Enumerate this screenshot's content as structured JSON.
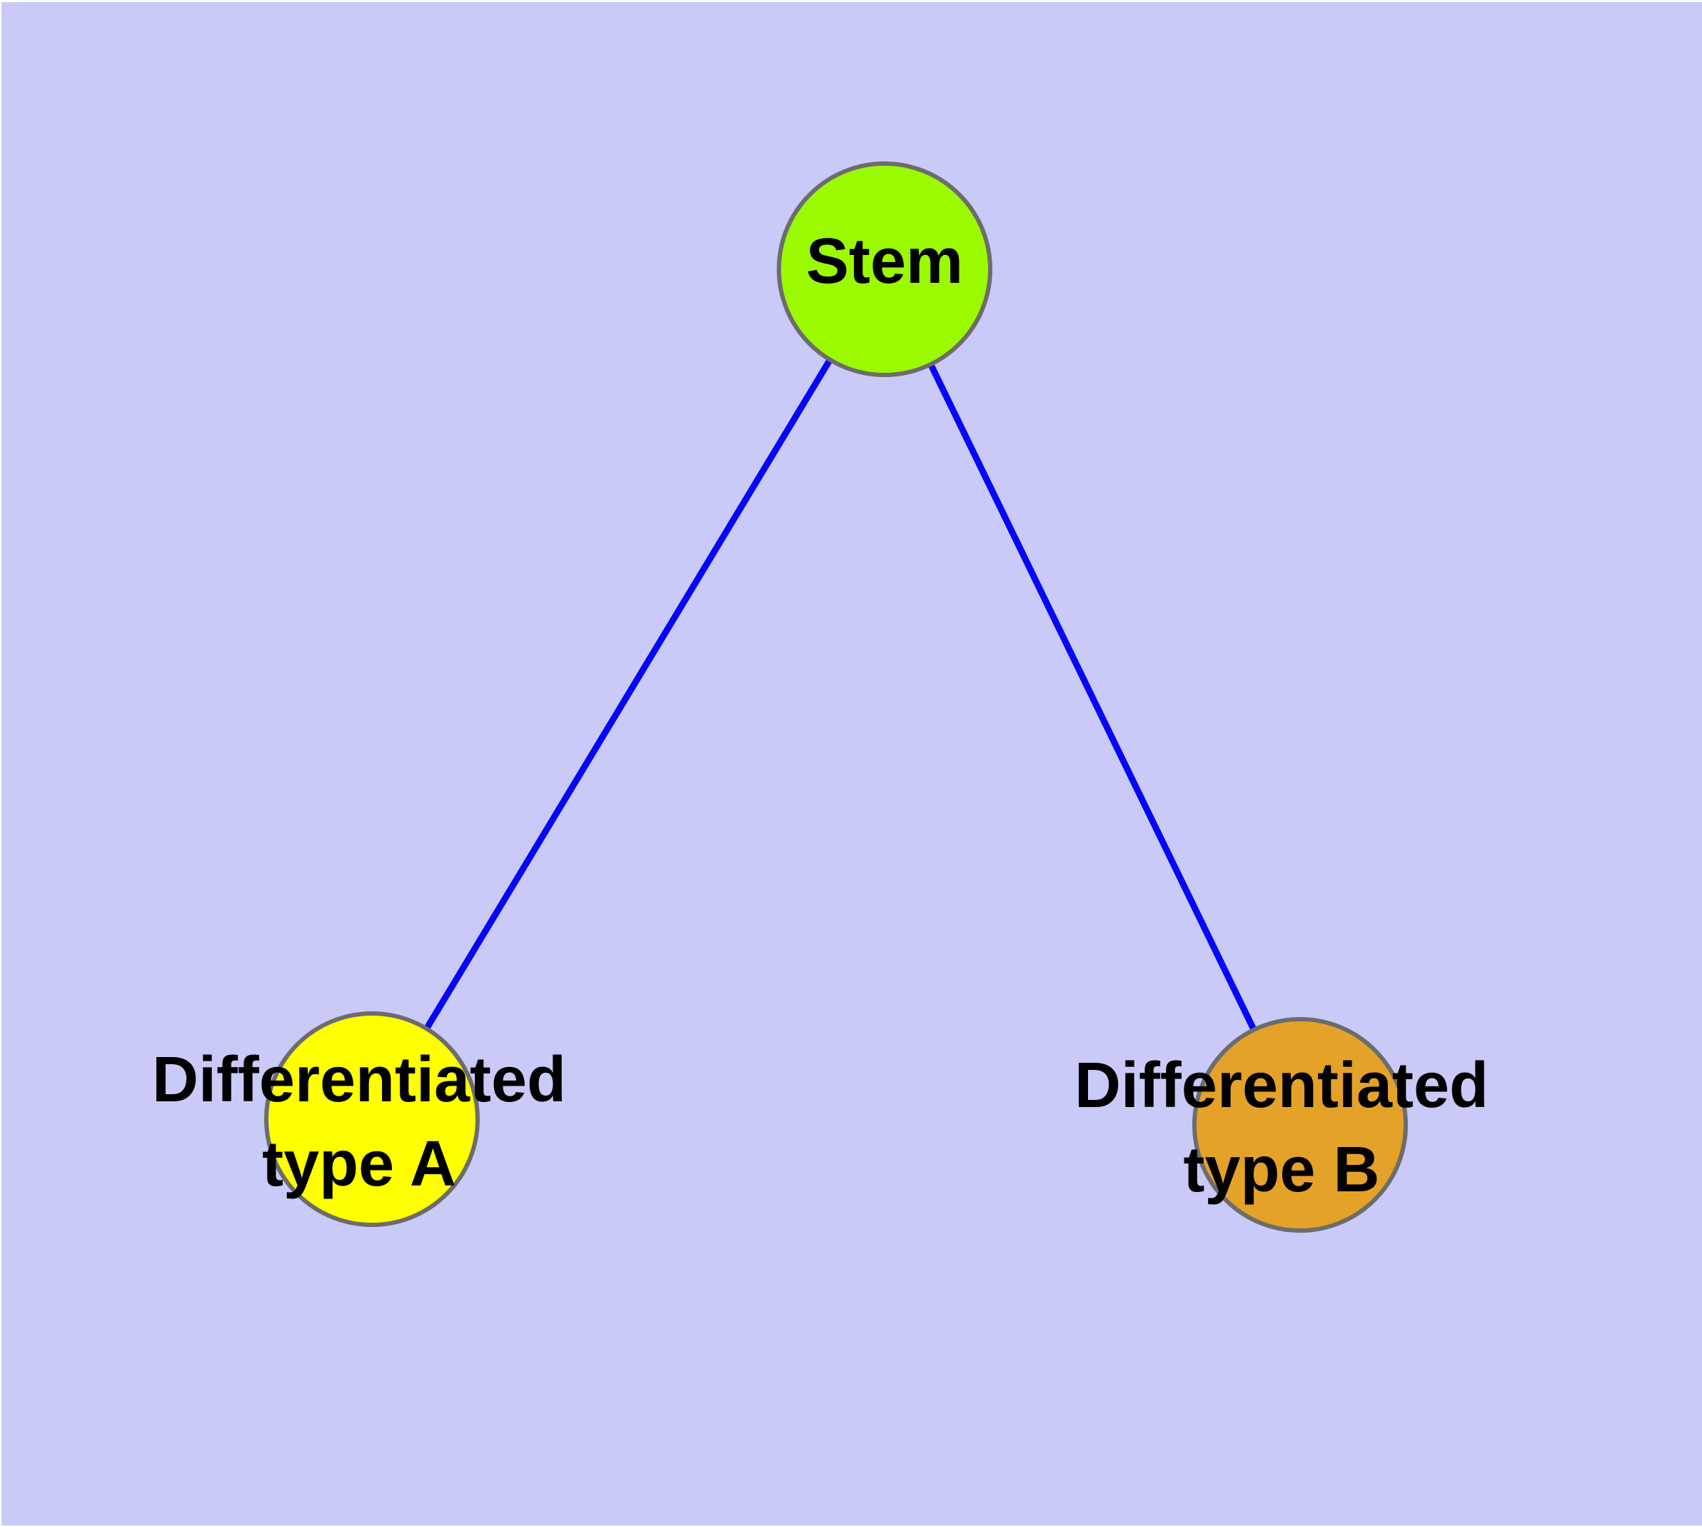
{
  "canvas": {
    "background_color": "#cacaf8",
    "frame_color": "#ffffff"
  },
  "graph": {
    "type": "node-link-diagram",
    "edge_color": "#0505fa",
    "node_border_color": "#6c6c6c",
    "label_color": "#000000",
    "nodes": [
      {
        "id": "stem",
        "label": "Stem",
        "fill": "#9bfa00"
      },
      {
        "id": "type-a",
        "label": "Differentiated type A",
        "label_line1": "Differentiated",
        "label_line2": "type A",
        "fill": "#ffff00"
      },
      {
        "id": "type-b",
        "label": "Differentiated type B",
        "label_line1": "Differentiated",
        "label_line2": "type B",
        "fill": "#e5a228"
      }
    ],
    "edges": [
      {
        "from": "stem",
        "to": "type-a"
      },
      {
        "from": "stem",
        "to": "type-b"
      }
    ]
  }
}
